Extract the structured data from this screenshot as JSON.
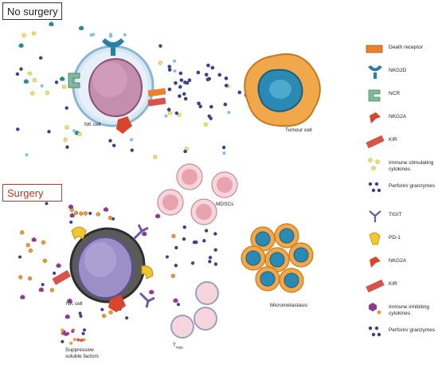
{
  "titles": {
    "top": "No surgery",
    "bottom": "Surgery"
  },
  "labels": {
    "nk_top": "NK cell",
    "tumour": "Tumour cell",
    "mdscs": "MDSCs",
    "nk_bottom": "NK cell",
    "micromet": "Micrometastasis",
    "soluble": "Suppressive soluble factors",
    "tregs": "T",
    "tregs_sub": "regs"
  },
  "legend_top": [
    {
      "icon": "death-receptor-icon",
      "label": "Death receptor"
    },
    {
      "icon": "nkg2d-icon",
      "label": "NKG2D"
    },
    {
      "icon": "ncr-icon",
      "label": "NCR"
    },
    {
      "icon": "nkg2a-icon",
      "label": "NKG2A"
    },
    {
      "icon": "kir-icon",
      "label": "KIR"
    },
    {
      "icon": "stimulating-cytokines-icon",
      "label": "Immune stimulating cytokines"
    },
    {
      "icon": "perforin-icon",
      "label": "Perforin/ granzymes"
    }
  ],
  "legend_bottom": [
    {
      "icon": "tigit-icon",
      "label": "TIGIT"
    },
    {
      "icon": "pd1-icon",
      "label": "PD-1"
    },
    {
      "icon": "nkg2a-icon",
      "label": "NKG2A"
    },
    {
      "icon": "kir-icon",
      "label": "KIR"
    },
    {
      "icon": "inhibiting-cytokines-icon",
      "label": "Immune inhibiting cytokines"
    },
    {
      "icon": "perforin-icon",
      "label": "Perforin/ granzymes"
    }
  ],
  "colors": {
    "receptor_orange": "#e8822c",
    "nkg2d_blue": "#2a7fa8",
    "ncr_green": "#7fb89a",
    "nkg2a_red": "#d9452b",
    "kir_red": "#d9534a",
    "tigit_purple": "#6b5aa8",
    "pd1_yellow": "#f2c62e",
    "perforin": "#3d3f8f",
    "nk_top_body": "#c8a7c8",
    "nk_bottom_body": "#9c8fc7",
    "tumour": "#f0a84a",
    "mdsc": "#f3c4cc"
  }
}
